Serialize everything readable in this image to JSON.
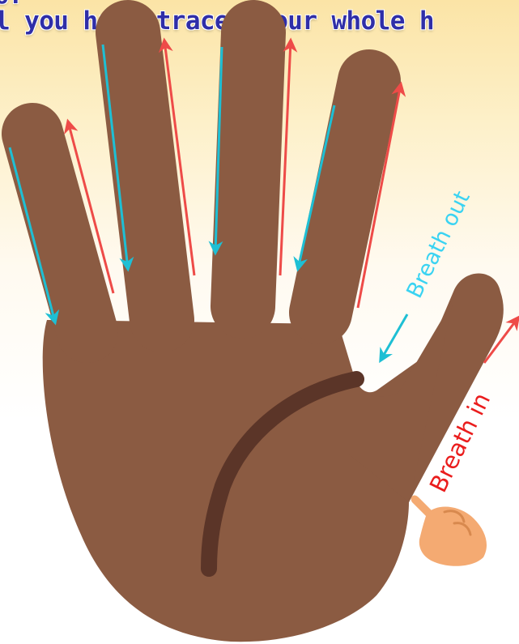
{
  "header": {
    "line1": "o:",
    "line2": "l you have traced your whole h"
  },
  "labels": {
    "breath_out": "Breath out",
    "breath_in": "Breath in"
  },
  "colors": {
    "skin": "#8b5b42",
    "palm_crease": "#5b3528",
    "breath_out_arrow": "#1ebfd4",
    "breath_in_arrow": "#ee4b48",
    "pointer_hand": "#f4aa72",
    "header_text": "#2f2ea8"
  },
  "icons": {
    "pointer": "pointing-hand-icon"
  }
}
